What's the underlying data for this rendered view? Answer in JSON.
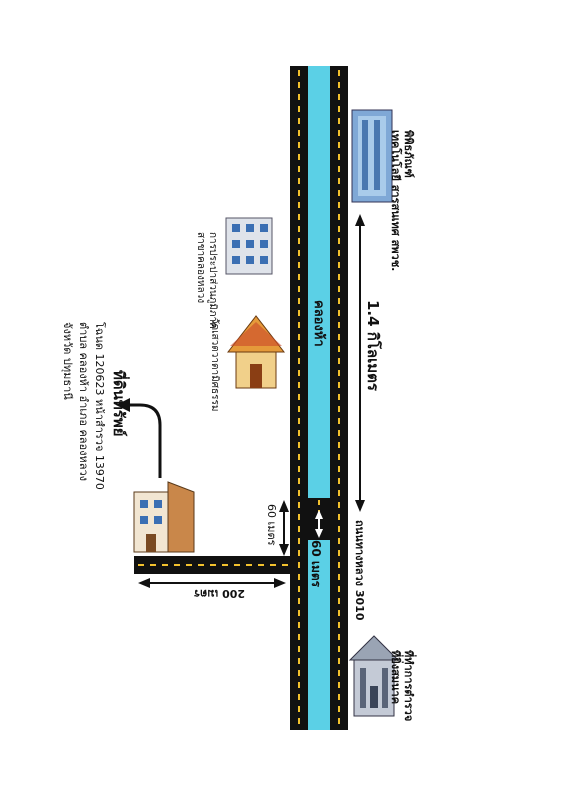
{
  "labels": {
    "museum": "พิพิธภัณฑ์\nเทคโนโลยี สารสนเทศ สพวช.",
    "building_center": "การประปาส่วนภูมิภาค\nสาขาคลองหลวง",
    "temple": "วัดเสวตวาตามิศธรรม",
    "canal": "คลองห้า",
    "distance_main": "1.4 กิโลเมตร",
    "distance_60_a": "60 เมตร",
    "distance_60_b": "60 เมตร",
    "distance_200": "200 เมตร",
    "road_3010": "ถนนทางหลวง 3010",
    "police": "ที่ทำการตำรวจ\nที่ยิ่งสมนาค",
    "land_title": "ที่ดินทรัพย์",
    "land_line1": "โฉนด 120623   หน้าสำรวจ 13970",
    "land_line2": "ตำบล คลองห้า   อำเภอ คลองหลวง",
    "land_line3": "จังหวัด ปทุมธานี"
  },
  "colors": {
    "road": "#111111",
    "road_dash": "#f2c12e",
    "canal": "#5bd0e6",
    "arrow": "#111111"
  },
  "icons": {
    "museum": "glass-office-building-icon",
    "building": "apartment-building-icon",
    "temple": "thai-temple-icon",
    "house": "house-icon",
    "police": "police-station-icon"
  }
}
